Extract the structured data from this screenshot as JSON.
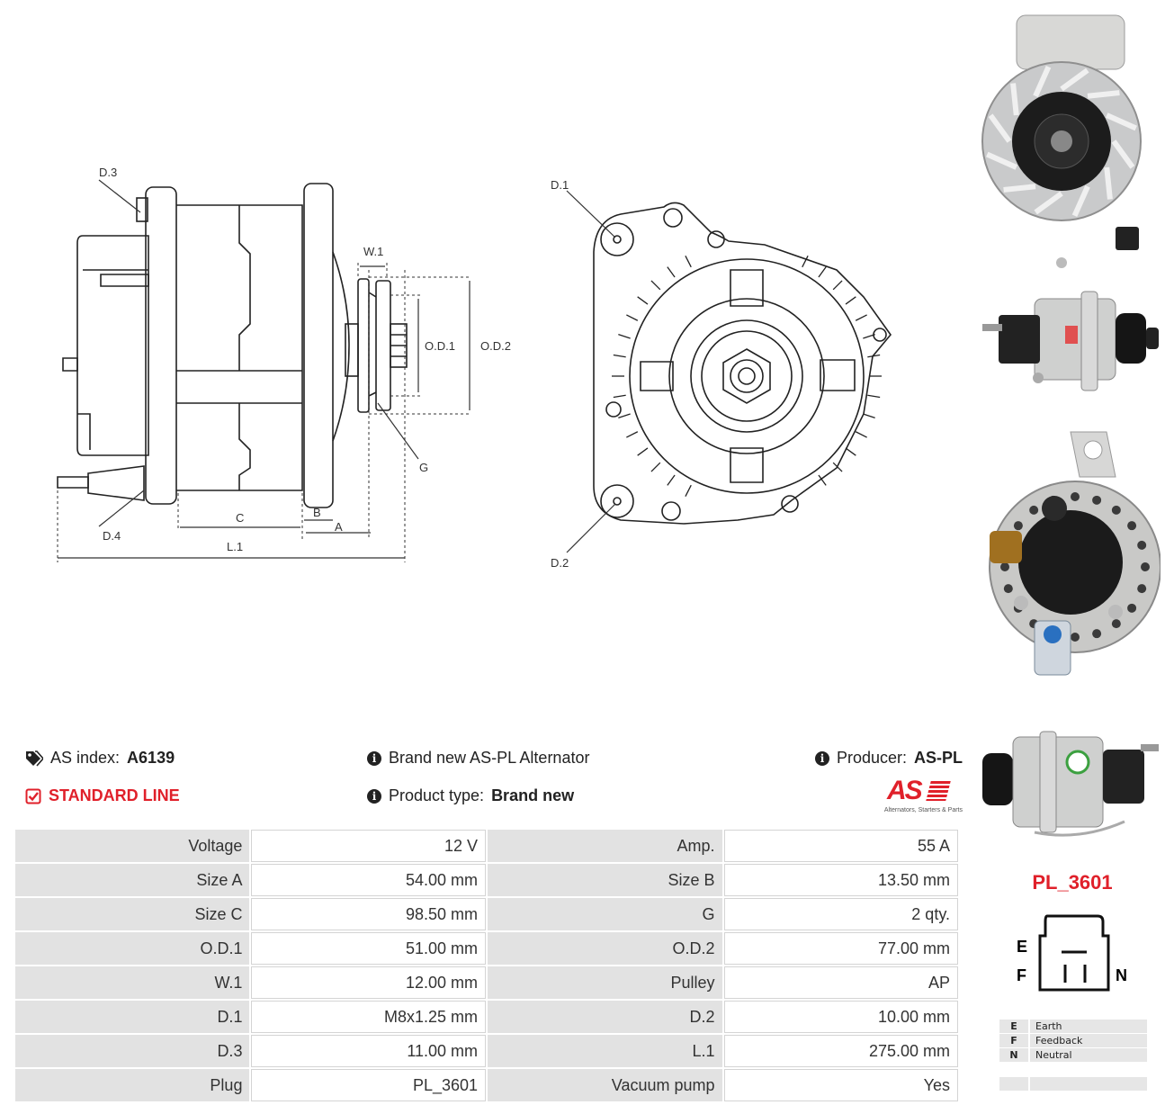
{
  "drawing": {
    "side_labels": {
      "d3": "D.3",
      "d4": "D.4",
      "w1": "W.1",
      "od1": "O.D.1",
      "od2": "O.D.2",
      "g": "G",
      "b": "B",
      "c": "C",
      "a": "A",
      "l1": "L.1"
    },
    "front_labels": {
      "d1": "D.1",
      "d2": "D.2"
    }
  },
  "header": {
    "as_index_label": "AS index:",
    "as_index_value": "A6139",
    "line_label": "STANDARD LINE",
    "product_label": "Brand new AS-PL Alternator",
    "product_type_label": "Product type:",
    "product_type_value": "Brand new",
    "producer_label": "Producer:",
    "producer_value": "AS-PL",
    "logo_text": "AS",
    "logo_tagline": "Alternators, Starters & Parts"
  },
  "specs": [
    [
      "Voltage",
      "12 V",
      "Amp.",
      "55 A"
    ],
    [
      "Size A",
      "54.00 mm",
      "Size B",
      "13.50 mm"
    ],
    [
      "Size C",
      "98.50 mm",
      "G",
      "2 qty."
    ],
    [
      "O.D.1",
      "51.00 mm",
      "O.D.2",
      "77.00 mm"
    ],
    [
      "W.1",
      "12.00 mm",
      "Pulley",
      "AP"
    ],
    [
      "D.1",
      "M8x1.25 mm",
      "D.2",
      "10.00 mm"
    ],
    [
      "D.3",
      "11.00 mm",
      "L.1",
      "275.00 mm"
    ],
    [
      "Plug",
      "PL_3601",
      "Vacuum pump",
      "Yes"
    ]
  ],
  "plug": {
    "code": "PL_3601",
    "pins": {
      "e": "E",
      "f": "F",
      "n": "N"
    },
    "legend": [
      {
        "key": "E",
        "value": "Earth"
      },
      {
        "key": "F",
        "value": "Feedback"
      },
      {
        "key": "N",
        "value": "Neutral"
      },
      {
        "key": "",
        "value": ""
      },
      {
        "key": "",
        "value": ""
      }
    ]
  },
  "colors": {
    "accent_red": "#e0202a",
    "table_label_bg": "#e2e2e2"
  }
}
